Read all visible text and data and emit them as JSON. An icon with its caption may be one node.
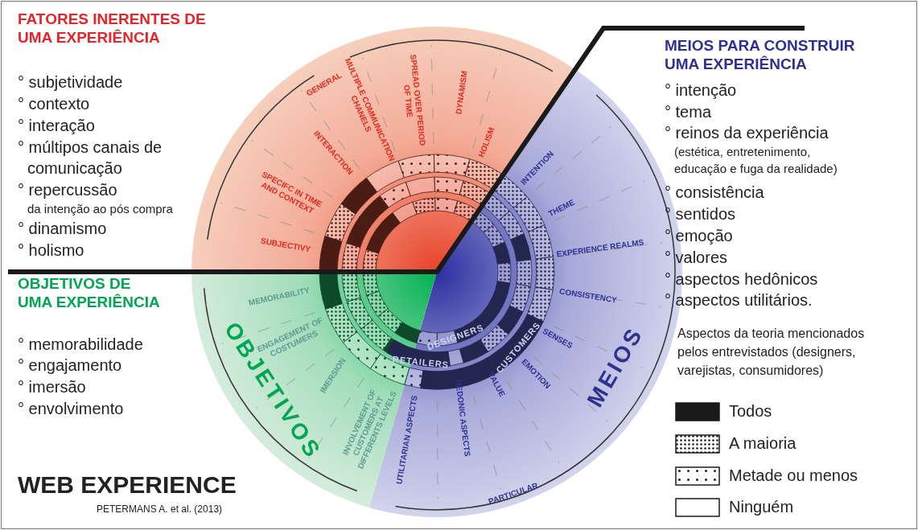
{
  "diagram": {
    "title": "WEB EXPERIENCE",
    "labels": [
      "FATORES INERENTES DE UMA EXPERIÊNCIA",
      "° subjetividade",
      "° contexto",
      "° interação",
      "° múltipos canais de comunicação",
      "° repercussão",
      "da intenção ao pós compra",
      "° dinamismo",
      "° holismo",
      "GENERAL",
      "MULTIPLE COMMUNICATION CHANELS",
      "SPREAD OVER PERIOD OF TIME",
      "DYNAMISM",
      "HOLISM",
      "INTERACTION",
      "SPECIFC IN TIME AND CONTEXT",
      "SUBJECTIVY",
      "MEIOS PARA CONSTRUIR UMA EXPERIÊNCIA",
      "° intenção",
      "° tema",
      "° reinos da experiência",
      "(estética, entretenimento, educação e fuga da realidade)",
      "° consistência",
      "° sentidos",
      "° emoção",
      "° valores",
      "° aspectos hedônicos",
      "° aspectos utilitários.",
      "INTENTION",
      "THEME",
      "EXPERIENCE REALMS",
      "CONSISTENCY",
      "SENSES",
      "EMOTION",
      "VALUE",
      "HEDONIC ASPECTS",
      "UTILITARIAN ASPECTS",
      "PARTICULAR",
      "MEIOS",
      "OBJETIVOS DE UMA EXPERIÊNCIA",
      "° memorabilidade",
      "° engajamento",
      "° imersão",
      "° envolvimento",
      "MEMORABILITY",
      "ENGAGEMENT OF COSTUMERS",
      "IMERSION",
      "INVOLVEMENT OF CUSTOMERS AT DIFFERENTS LEVELS",
      "OBJETIVOS",
      "DESIGNERS",
      "RETAILERS",
      "CUSTOMERS",
      "Aspectos da teoria mencionados pelos entrevistados (designers, varejistas, consumidores)",
      "PETERMANS A. et al. (2013)"
    ],
    "legend": [
      {
        "text": "Todos",
        "color": "#1a1a1a"
      },
      {
        "text": "A maioria"
      },
      {
        "text": "Metade ou menos"
      },
      {
        "text": "Ninguém"
      }
    ]
  }
}
